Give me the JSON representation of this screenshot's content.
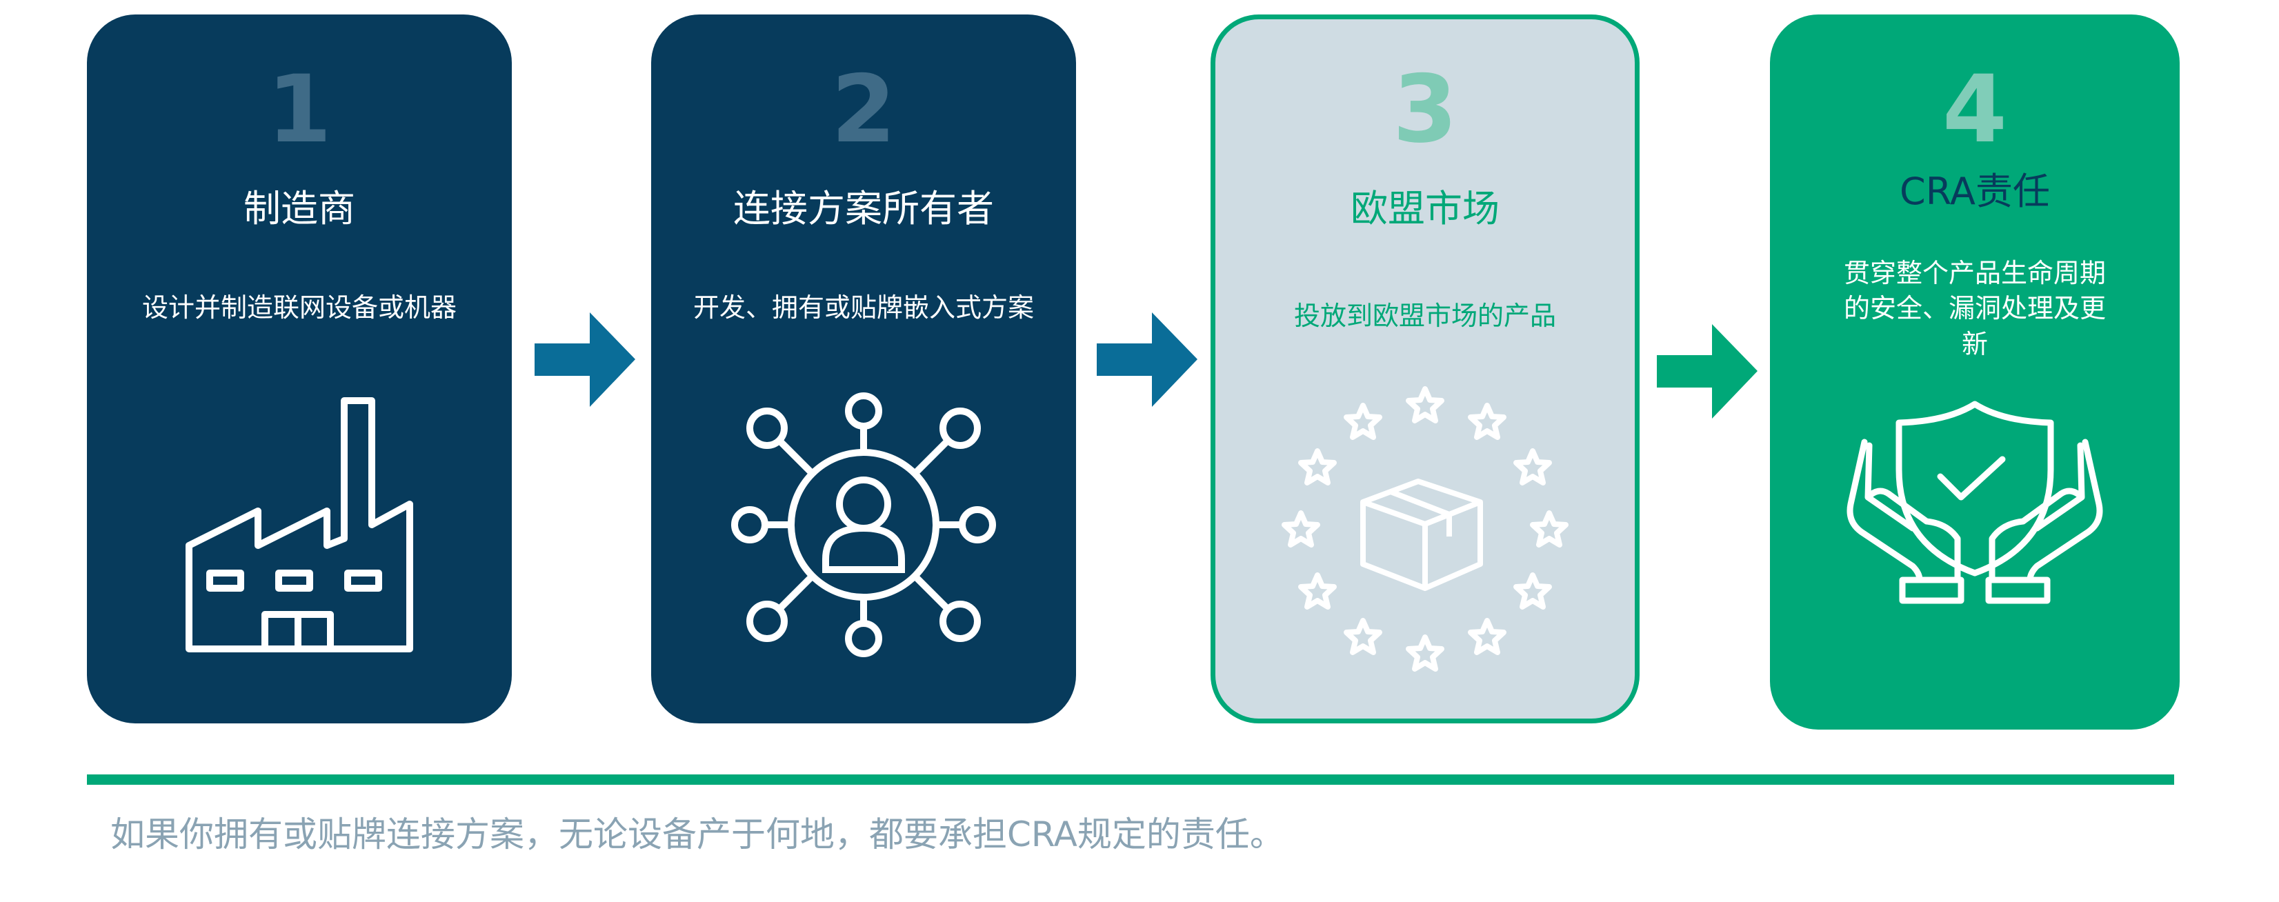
{
  "steps": [
    {
      "number": "1",
      "title": "制造商",
      "description": "设计并制造联网设备或机器",
      "icon": "factory-icon"
    },
    {
      "number": "2",
      "title": "连接方案所有者",
      "description": "开发、拥有或贴牌嵌入式方案",
      "icon": "network-person-icon"
    },
    {
      "number": "3",
      "title": "欧盟市场",
      "description": "投放到欧盟市场的产品",
      "icon": "eu-stars-box-icon"
    },
    {
      "number": "4",
      "title": "CRA责任",
      "description": "贯穿整个产品生命周期的安全、漏洞处理及更新",
      "icon": "hands-shield-check-icon"
    }
  ],
  "footer": "如果你拥有或贴牌连接方案，无论设备产于何地，都要承担CRA规定的责任。",
  "colors": {
    "navy": "#073b5c",
    "green": "#00a878",
    "light": "#cfdce3",
    "footer_text": "#8aa3b3"
  }
}
